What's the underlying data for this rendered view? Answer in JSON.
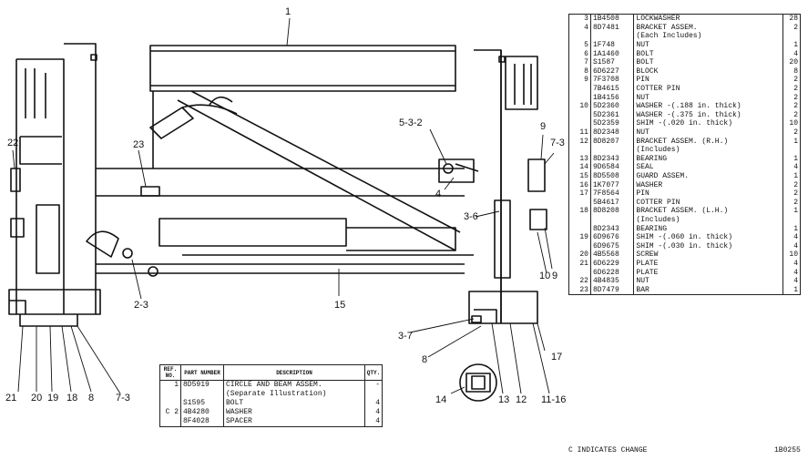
{
  "callouts": [
    {
      "id": "c1",
      "text": "1"
    },
    {
      "id": "c532",
      "text": "5-3-2"
    },
    {
      "id": "c22",
      "text": "22"
    },
    {
      "id": "c23",
      "text": "23"
    },
    {
      "id": "c4",
      "text": "4"
    },
    {
      "id": "c36",
      "text": "3-6"
    },
    {
      "id": "c9",
      "text": "9"
    },
    {
      "id": "c73r",
      "text": "7-3"
    },
    {
      "id": "c10",
      "text": "10"
    },
    {
      "id": "c9b",
      "text": "9"
    },
    {
      "id": "c23b",
      "text": "2-3"
    },
    {
      "id": "c15",
      "text": "15"
    },
    {
      "id": "c37",
      "text": "3-7"
    },
    {
      "id": "c8r",
      "text": "8"
    },
    {
      "id": "c17",
      "text": "17"
    },
    {
      "id": "c21",
      "text": "21"
    },
    {
      "id": "c20",
      "text": "20"
    },
    {
      "id": "c19",
      "text": "19"
    },
    {
      "id": "c18",
      "text": "18"
    },
    {
      "id": "c8l",
      "text": "8"
    },
    {
      "id": "c73l",
      "text": "7-3"
    },
    {
      "id": "c14",
      "text": "14"
    },
    {
      "id": "c13",
      "text": "13"
    },
    {
      "id": "c12",
      "text": "12"
    },
    {
      "id": "c1116",
      "text": "11-16"
    }
  ],
  "parts_list": [
    {
      "ref": "3",
      "num": "1B4508",
      "desc": "LOCKWASHER",
      "qty": "28"
    },
    {
      "ref": "4",
      "num": "8D7481",
      "desc": "BRACKET ASSEM.",
      "qty": "2"
    },
    {
      "ref": "",
      "num": "",
      "desc": "  (Each Includes)",
      "qty": ""
    },
    {
      "ref": "5",
      "num": "1F748",
      "desc": "  NUT",
      "qty": "1"
    },
    {
      "ref": "6",
      "num": "1A1460",
      "desc": "BOLT",
      "qty": "4"
    },
    {
      "ref": "7",
      "num": "S1587",
      "desc": "BOLT",
      "qty": "20"
    },
    {
      "ref": "8",
      "num": "6D6227",
      "desc": "BLOCK",
      "qty": "8"
    },
    {
      "ref": "9",
      "num": "7F3708",
      "desc": "PIN",
      "qty": "2"
    },
    {
      "ref": "",
      "num": "7B4615",
      "desc": "COTTER PIN",
      "qty": "2"
    },
    {
      "ref": "",
      "num": "1B4156",
      "desc": "NUT",
      "qty": "2"
    },
    {
      "ref": "10",
      "num": "5D2360",
      "desc": "WASHER -(.188 in. thick)",
      "qty": "2"
    },
    {
      "ref": "",
      "num": "5D2361",
      "desc": "WASHER -(.375 in. thick)",
      "qty": "2"
    },
    {
      "ref": "",
      "num": "5D2359",
      "desc": "SHIM -(.020 in. thick)",
      "qty": "10"
    },
    {
      "ref": "11",
      "num": "8D2348",
      "desc": "NUT",
      "qty": "2"
    },
    {
      "ref": "12",
      "num": "8D8207",
      "desc": "BRACKET ASSEM. (R.H.)",
      "qty": "1"
    },
    {
      "ref": "",
      "num": "",
      "desc": "  (Includes)",
      "qty": ""
    },
    {
      "ref": "13",
      "num": "8D2343",
      "desc": "  BEARING",
      "qty": "1"
    },
    {
      "ref": "14",
      "num": "9D6584",
      "desc": "SEAL",
      "qty": "4"
    },
    {
      "ref": "15",
      "num": "8D5508",
      "desc": "GUARD ASSEM.",
      "qty": "1"
    },
    {
      "ref": "16",
      "num": "1K7077",
      "desc": "WASHER",
      "qty": "2"
    },
    {
      "ref": "17",
      "num": "7F8564",
      "desc": "PIN",
      "qty": "2"
    },
    {
      "ref": "",
      "num": "5B4617",
      "desc": "COTTER PIN",
      "qty": "2"
    },
    {
      "ref": "18",
      "num": "8D8208",
      "desc": "BRACKET ASSEM. (L.H.)",
      "qty": "1"
    },
    {
      "ref": "",
      "num": "",
      "desc": "  (Includes)",
      "qty": ""
    },
    {
      "ref": "",
      "num": "8D2343",
      "desc": "  BEARING",
      "qty": "1"
    },
    {
      "ref": "19",
      "num": "6D9676",
      "desc": "SHIM -(.060 in. thick)",
      "qty": "4"
    },
    {
      "ref": "",
      "num": "6D9675",
      "desc": "SHIM -(.030 in. thick)",
      "qty": "4"
    },
    {
      "ref": "20",
      "num": "4B5568",
      "desc": "SCREW",
      "qty": "10"
    },
    {
      "ref": "21",
      "num": "6D6229",
      "desc": "PLATE",
      "qty": "4"
    },
    {
      "ref": "",
      "num": "6D6228",
      "desc": "PLATE",
      "qty": "4"
    },
    {
      "ref": "22",
      "num": "4B4835",
      "desc": "NUT",
      "qty": "4"
    },
    {
      "ref": "23",
      "num": "8D7479",
      "desc": "BAR",
      "qty": "1"
    }
  ],
  "legend_table": {
    "headers": [
      "REF. NO.",
      "PART NUMBER",
      "DESCRIPTION",
      "QTY."
    ],
    "rows": [
      {
        "ref": "1",
        "num": "8D5919",
        "desc": "CIRCLE AND BEAM ASSEM.",
        "qty": "-"
      },
      {
        "ref": "",
        "num": "",
        "desc": "(Separate Illustration)",
        "qty": ""
      },
      {
        "ref": "",
        "num": "S1595",
        "desc": "BOLT",
        "qty": "4"
      },
      {
        "ref": "C  2",
        "num": "4B4280",
        "desc": "WASHER",
        "qty": "4"
      },
      {
        "ref": "",
        "num": "8F4028",
        "desc": "SPACER",
        "qty": "4"
      }
    ]
  },
  "footer": {
    "change_note": "C INDICATES CHANGE",
    "figure_id": "1B0255"
  }
}
